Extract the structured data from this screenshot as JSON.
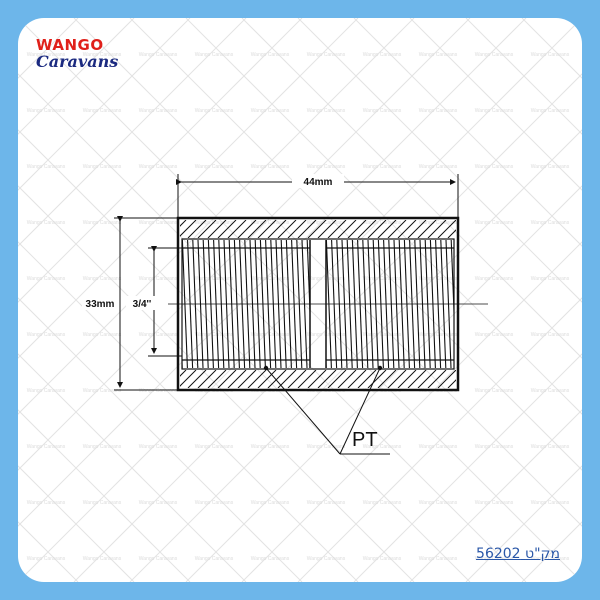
{
  "brand": {
    "line1": "WANGO",
    "line2": "Caravans",
    "watermark": "Wango Caravans"
  },
  "diagram": {
    "length_label": "44mm",
    "outer_diameter_label": "33mm",
    "thread_size_label": "3/4''",
    "thread_type_label": "PT"
  },
  "product": {
    "sku_prefix": "מק\"ט",
    "sku_number": "56202"
  },
  "colors": {
    "background": "#6db6ea",
    "card": "#ffffff",
    "line": "#111111",
    "brand_red": "#e0201a",
    "brand_navy": "#1b2a80",
    "sku_blue": "#2a57a8"
  }
}
